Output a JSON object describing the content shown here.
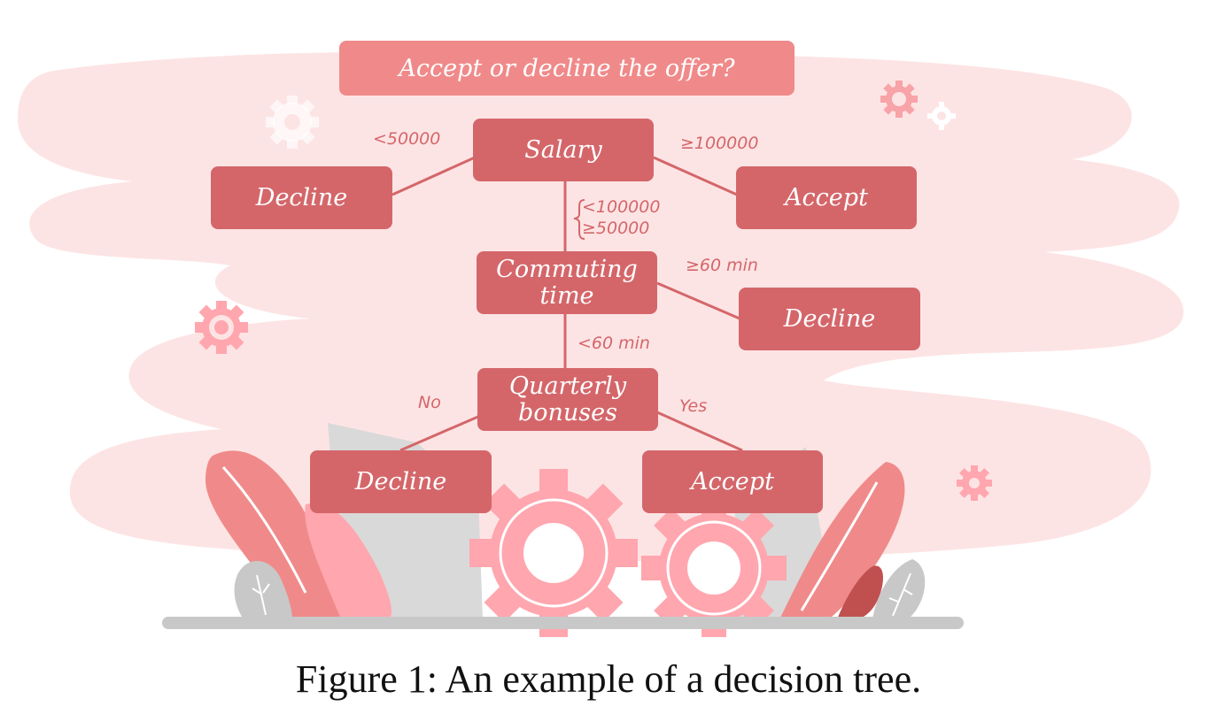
{
  "diagram": {
    "header": "Accept or decline the offer?",
    "nodes": {
      "salary": "Salary",
      "decline_low_salary": "Decline",
      "accept_high_salary": "Accept",
      "commuting_time": "Commuting\ntime",
      "decline_long_commute": "Decline",
      "quarterly_bonuses": "Quarterly\nbonuses",
      "decline_no_bonus": "Decline",
      "accept_bonus": "Accept"
    },
    "edges": {
      "salary_low": "<50000",
      "salary_high": "≥100000",
      "salary_mid_upper": "<100000",
      "salary_mid_lower": "≥50000",
      "commute_long": "≥60 min",
      "commute_short": "<60 min",
      "bonus_no": "No",
      "bonus_yes": "Yes"
    }
  },
  "caption": "Figure 1: An example of a decision tree.",
  "colors": {
    "node": "#d4666a",
    "header": "#f08a8a",
    "cloud": "#fde4e4",
    "gear": "#ffa6ae",
    "leaf": "#f08a8a",
    "gray": "#d9d9d9"
  }
}
